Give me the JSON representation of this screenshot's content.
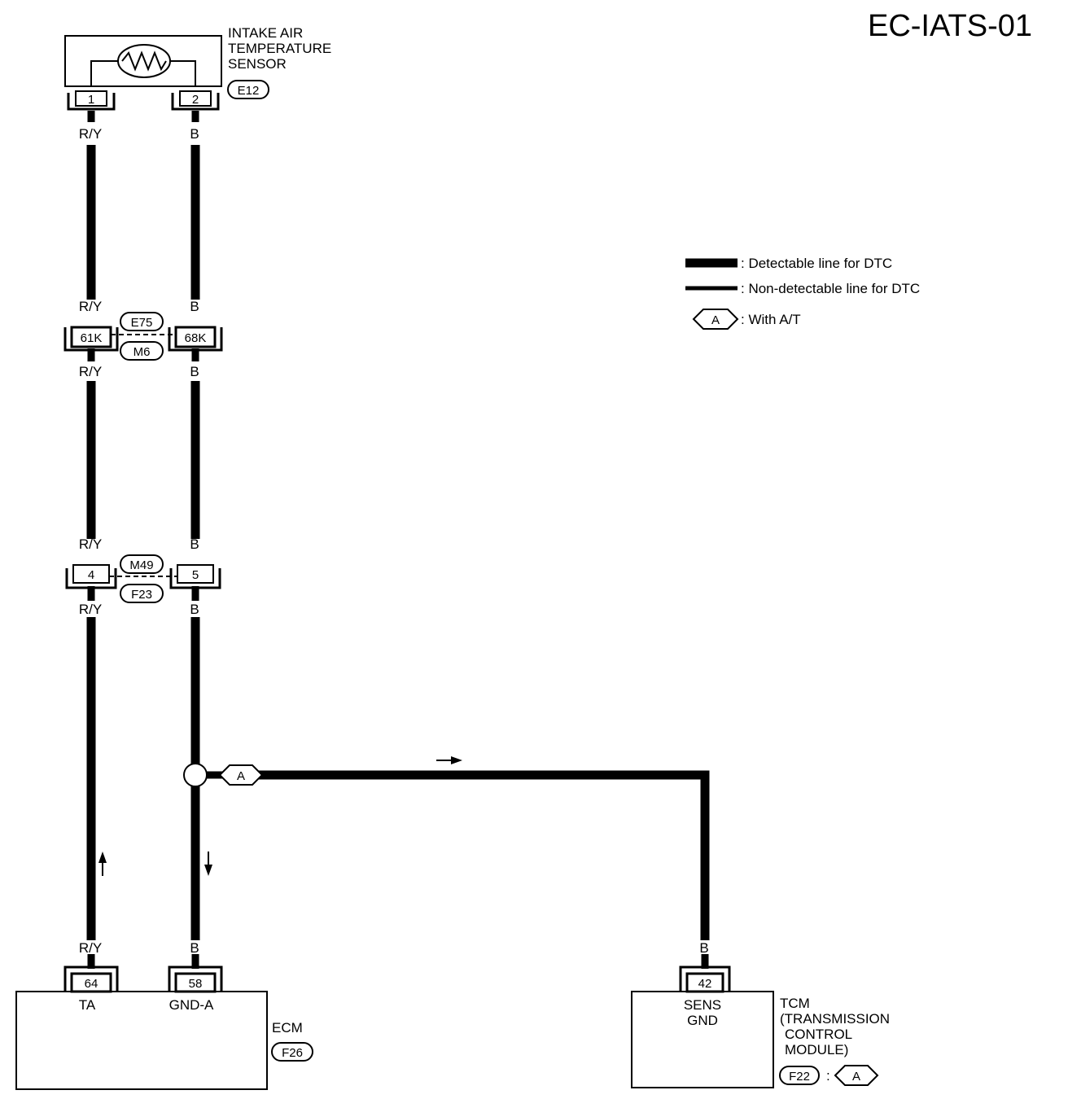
{
  "page_title": "EC-IATS-01",
  "sensor": {
    "name_line1": "INTAKE AIR",
    "name_line2": "TEMPERATURE",
    "name_line3": "SENSOR",
    "connector": "E12",
    "pin_left": "1",
    "pin_right": "2"
  },
  "wires": {
    "left_color": "R/Y",
    "right_color": "B"
  },
  "junction1": {
    "connector_top": "E75",
    "connector_bottom": "M6",
    "pin_left": "61K",
    "pin_right": "68K"
  },
  "junction2": {
    "connector_top": "M49",
    "connector_bottom": "F23",
    "pin_left": "4",
    "pin_right": "5"
  },
  "branch_marker": "A",
  "ecm": {
    "name": "ECM",
    "connector": "F26",
    "pin_left": "64",
    "pin_right": "58",
    "terminal_left": "TA",
    "terminal_right": "GND-A"
  },
  "tcm": {
    "pin": "42",
    "terminal_line1": "SENS",
    "terminal_line2": "GND",
    "name_line1": "TCM",
    "name_line2": "(TRANSMISSION",
    "name_line3": "CONTROL",
    "name_line4": "MODULE)",
    "connector": "F22",
    "separator": ":",
    "option_marker": "A",
    "wire_color": "B"
  },
  "legend": {
    "detectable": ": Detectable line for DTC",
    "non_detectable": ": Non-detectable line for DTC",
    "marker": "A",
    "with_at": ": With A/T"
  }
}
